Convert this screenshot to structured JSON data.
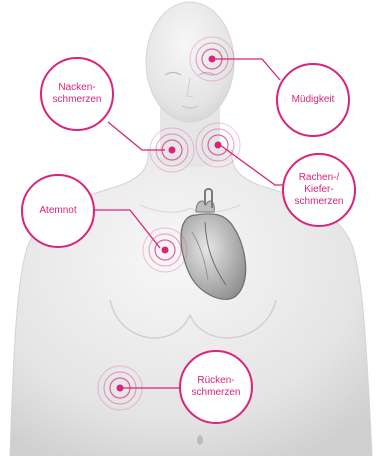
{
  "accent_color": "#d8247a",
  "figure": "female torso with heart",
  "icons": [
    "pain-target-icon",
    "heart-icon"
  ],
  "labels": {
    "muedigkeit": "Müdigkeit",
    "nacken": "Nacken-\nschmerzen",
    "rachen": "Rachen-/\nKiefer-\nschmerzen",
    "atemnot": "Atemnot",
    "ruecken": "Rücken-\nschmerzen"
  }
}
